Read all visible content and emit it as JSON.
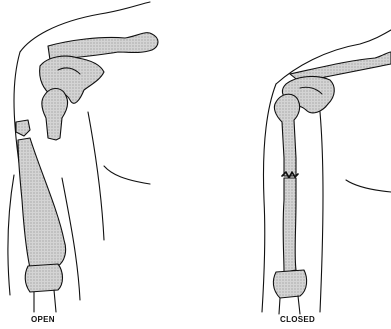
{
  "figures": [
    {
      "id": "open",
      "caption": "OPEN"
    },
    {
      "id": "closed",
      "caption": "CLOSED"
    }
  ],
  "colors": {
    "ink": "#111111",
    "bone_fill": "#cfcfcf",
    "background": "#ffffff"
  }
}
